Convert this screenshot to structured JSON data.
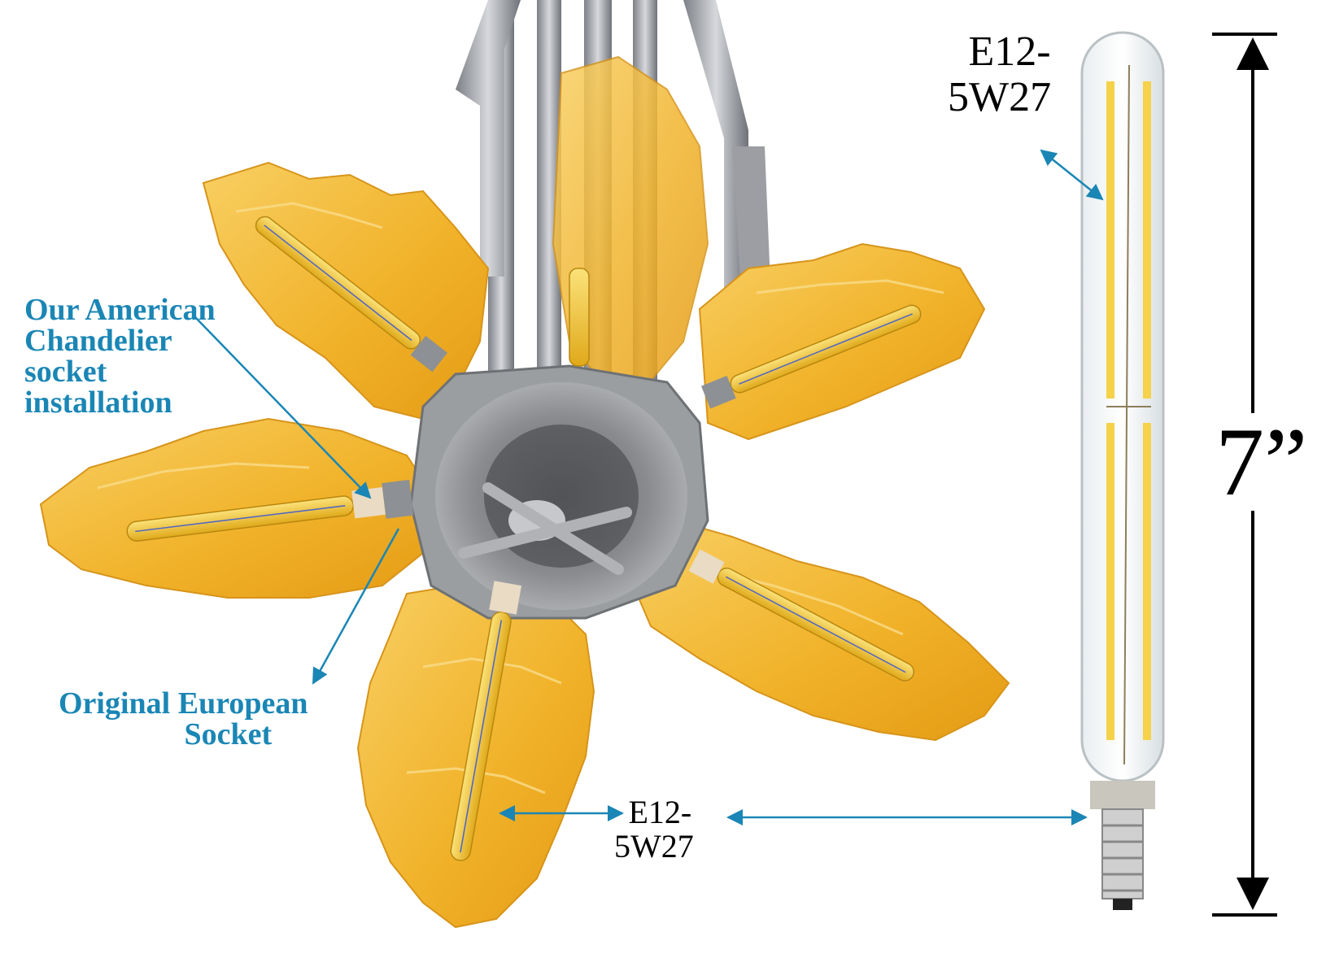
{
  "labels": {
    "american_socket": [
      "Our American",
      "Chandelier",
      "socket",
      "installation"
    ],
    "european_socket": [
      "Original European",
      "Socket"
    ],
    "bulb_top": [
      "E12-",
      "5W27"
    ],
    "bulb_mid": [
      "E12-",
      "5W27"
    ],
    "height": "7”"
  },
  "colors": {
    "label_blue": "#1a86b5",
    "amber_glass": "#f3b52a",
    "chrome": "#a8aaae",
    "filament": "#f6d24a"
  }
}
